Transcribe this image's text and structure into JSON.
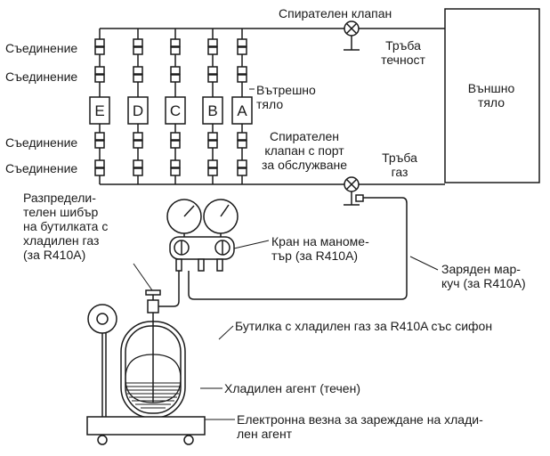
{
  "units": [
    "E",
    "D",
    "C",
    "B",
    "A"
  ],
  "labels": {
    "joint_top_1": "Съединение",
    "joint_top_2": "Съединение",
    "joint_bottom_1": "Съединение",
    "joint_bottom_2": "Съединение",
    "indoor_unit": "Вътрешно\nтяло",
    "outdoor_unit": "Външно\nтяло",
    "stop_valve": "Спирателен клапан",
    "liquid_pipe": "Тръба\nтечност",
    "service_valve": "Спирателен\nклапан с порт\nза обслужване",
    "gas_pipe": "Тръба\nгаз",
    "cylinder_valve": "Разпредели-\nтелен шибър\nна бутилката с\nхладилен газ\n(за R410A)",
    "gauge_manifold": "Кран на маноме-\nтър (за R410A)",
    "charge_hose": "Заряден мар-\nкуч (за R410A)",
    "cylinder": "Бутилка с хладилен газ за R410A със сифон",
    "refrigerant": "Хладилен агент (течен)",
    "scale": "Електронна везна за зареждане на хлади-\nлен агент"
  }
}
